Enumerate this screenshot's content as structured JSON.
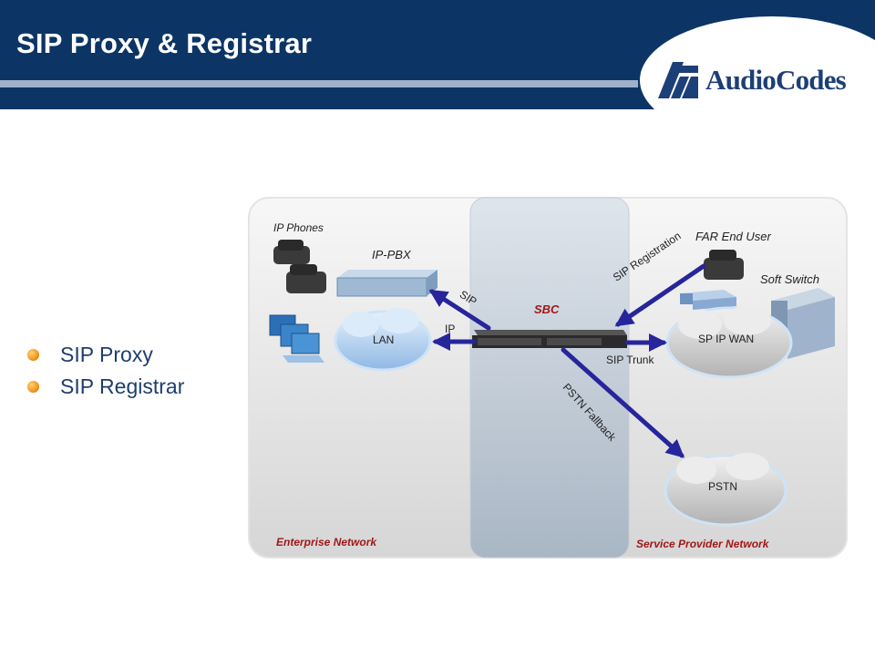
{
  "header": {
    "title": "SIP Proxy & Registrar",
    "logo_text": "AudioCodes"
  },
  "bullets": [
    {
      "label": "SIP Proxy"
    },
    {
      "label": "SIP Registrar"
    }
  ],
  "diagram": {
    "ip_phones": "IP Phones",
    "ip_pbx": "IP-PBX",
    "lan": "LAN",
    "sbc": "SBC",
    "sip": "SIP",
    "ip": "IP",
    "sip_registration": "SIP Registration",
    "far_end_user": "FAR End User",
    "soft_switch": "Soft Switch",
    "sp_ip_wan": "SP IP WAN",
    "sip_trunk": "SIP Trunk",
    "pstn_fallback": "PSTN Fallback",
    "pstn": "PSTN",
    "enterprise_network": "Enterprise Network",
    "service_provider_network": "Service Provider Network"
  },
  "colors": {
    "header": "#0c3566",
    "arrow": "#27259b",
    "accent_red": "#a01818",
    "bullet": "#f59a1c"
  }
}
